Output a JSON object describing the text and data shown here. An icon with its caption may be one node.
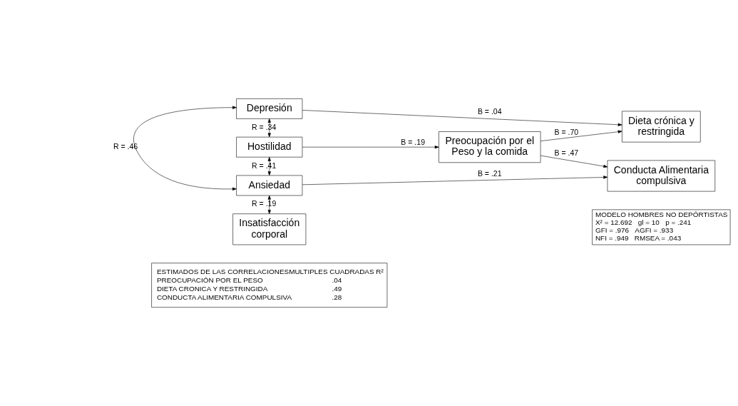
{
  "diagram": {
    "nodes": [
      {
        "text": [
          "Depresión"
        ]
      },
      {
        "text": [
          "Hostilidad"
        ]
      },
      {
        "text": [
          "Ansiedad"
        ]
      },
      {
        "text": [
          "Insatisfacción corporal"
        ]
      },
      {
        "text": [
          "Preocupación por el Peso y la comida"
        ]
      },
      {
        "text": [
          "Dieta crónica y restringida"
        ]
      },
      {
        "text": [
          "Conducta Alimentaria compulsiva"
        ]
      },
      {
        "text": [
          "ESTIMADOS DE LAS CORRELACIONESMULTIPLES CUADRADAS R²",
          "PREOCUPACIÓN POR EL PESO",
          ".04",
          "DIETA CRONICA Y RESTRINGIDA",
          ".49",
          "CONDUCTA ALIMENTARIA COMPULSIVA",
          ".28"
        ]
      },
      {
        "text": [
          "MODELO HOMBRES NO DEPÓRTISTAS",
          "X² = 12.692   gl = 10   p = .241",
          "GFI = .976   AGFI = .933",
          "NFI = .949   RMSEA = .043"
        ]
      }
    ],
    "edges": [
      {
        "from": 0,
        "to": 1,
        "arrow": "both",
        "label": "R = .34"
      },
      {
        "from": 0,
        "to": 2,
        "arrow": "both",
        "label": "R = .46"
      },
      {
        "from": 1,
        "to": 2,
        "arrow": "both",
        "label": "R = .41"
      },
      {
        "from": 2,
        "to": 3,
        "arrow": "both",
        "label": "R = .19"
      },
      {
        "from": 0,
        "to": 5,
        "arrow": "to",
        "label": "B = .04"
      },
      {
        "from": 1,
        "to": 4,
        "arrow": "to",
        "label": "B = .19"
      },
      {
        "from": 4,
        "to": 5,
        "arrow": "to",
        "label": "B = .70"
      },
      {
        "from": 4,
        "to": 6,
        "arrow": "to",
        "label": "B = .47"
      },
      {
        "from": 2,
        "to": 6,
        "arrow": "to",
        "label": "B = .21"
      }
    ]
  }
}
